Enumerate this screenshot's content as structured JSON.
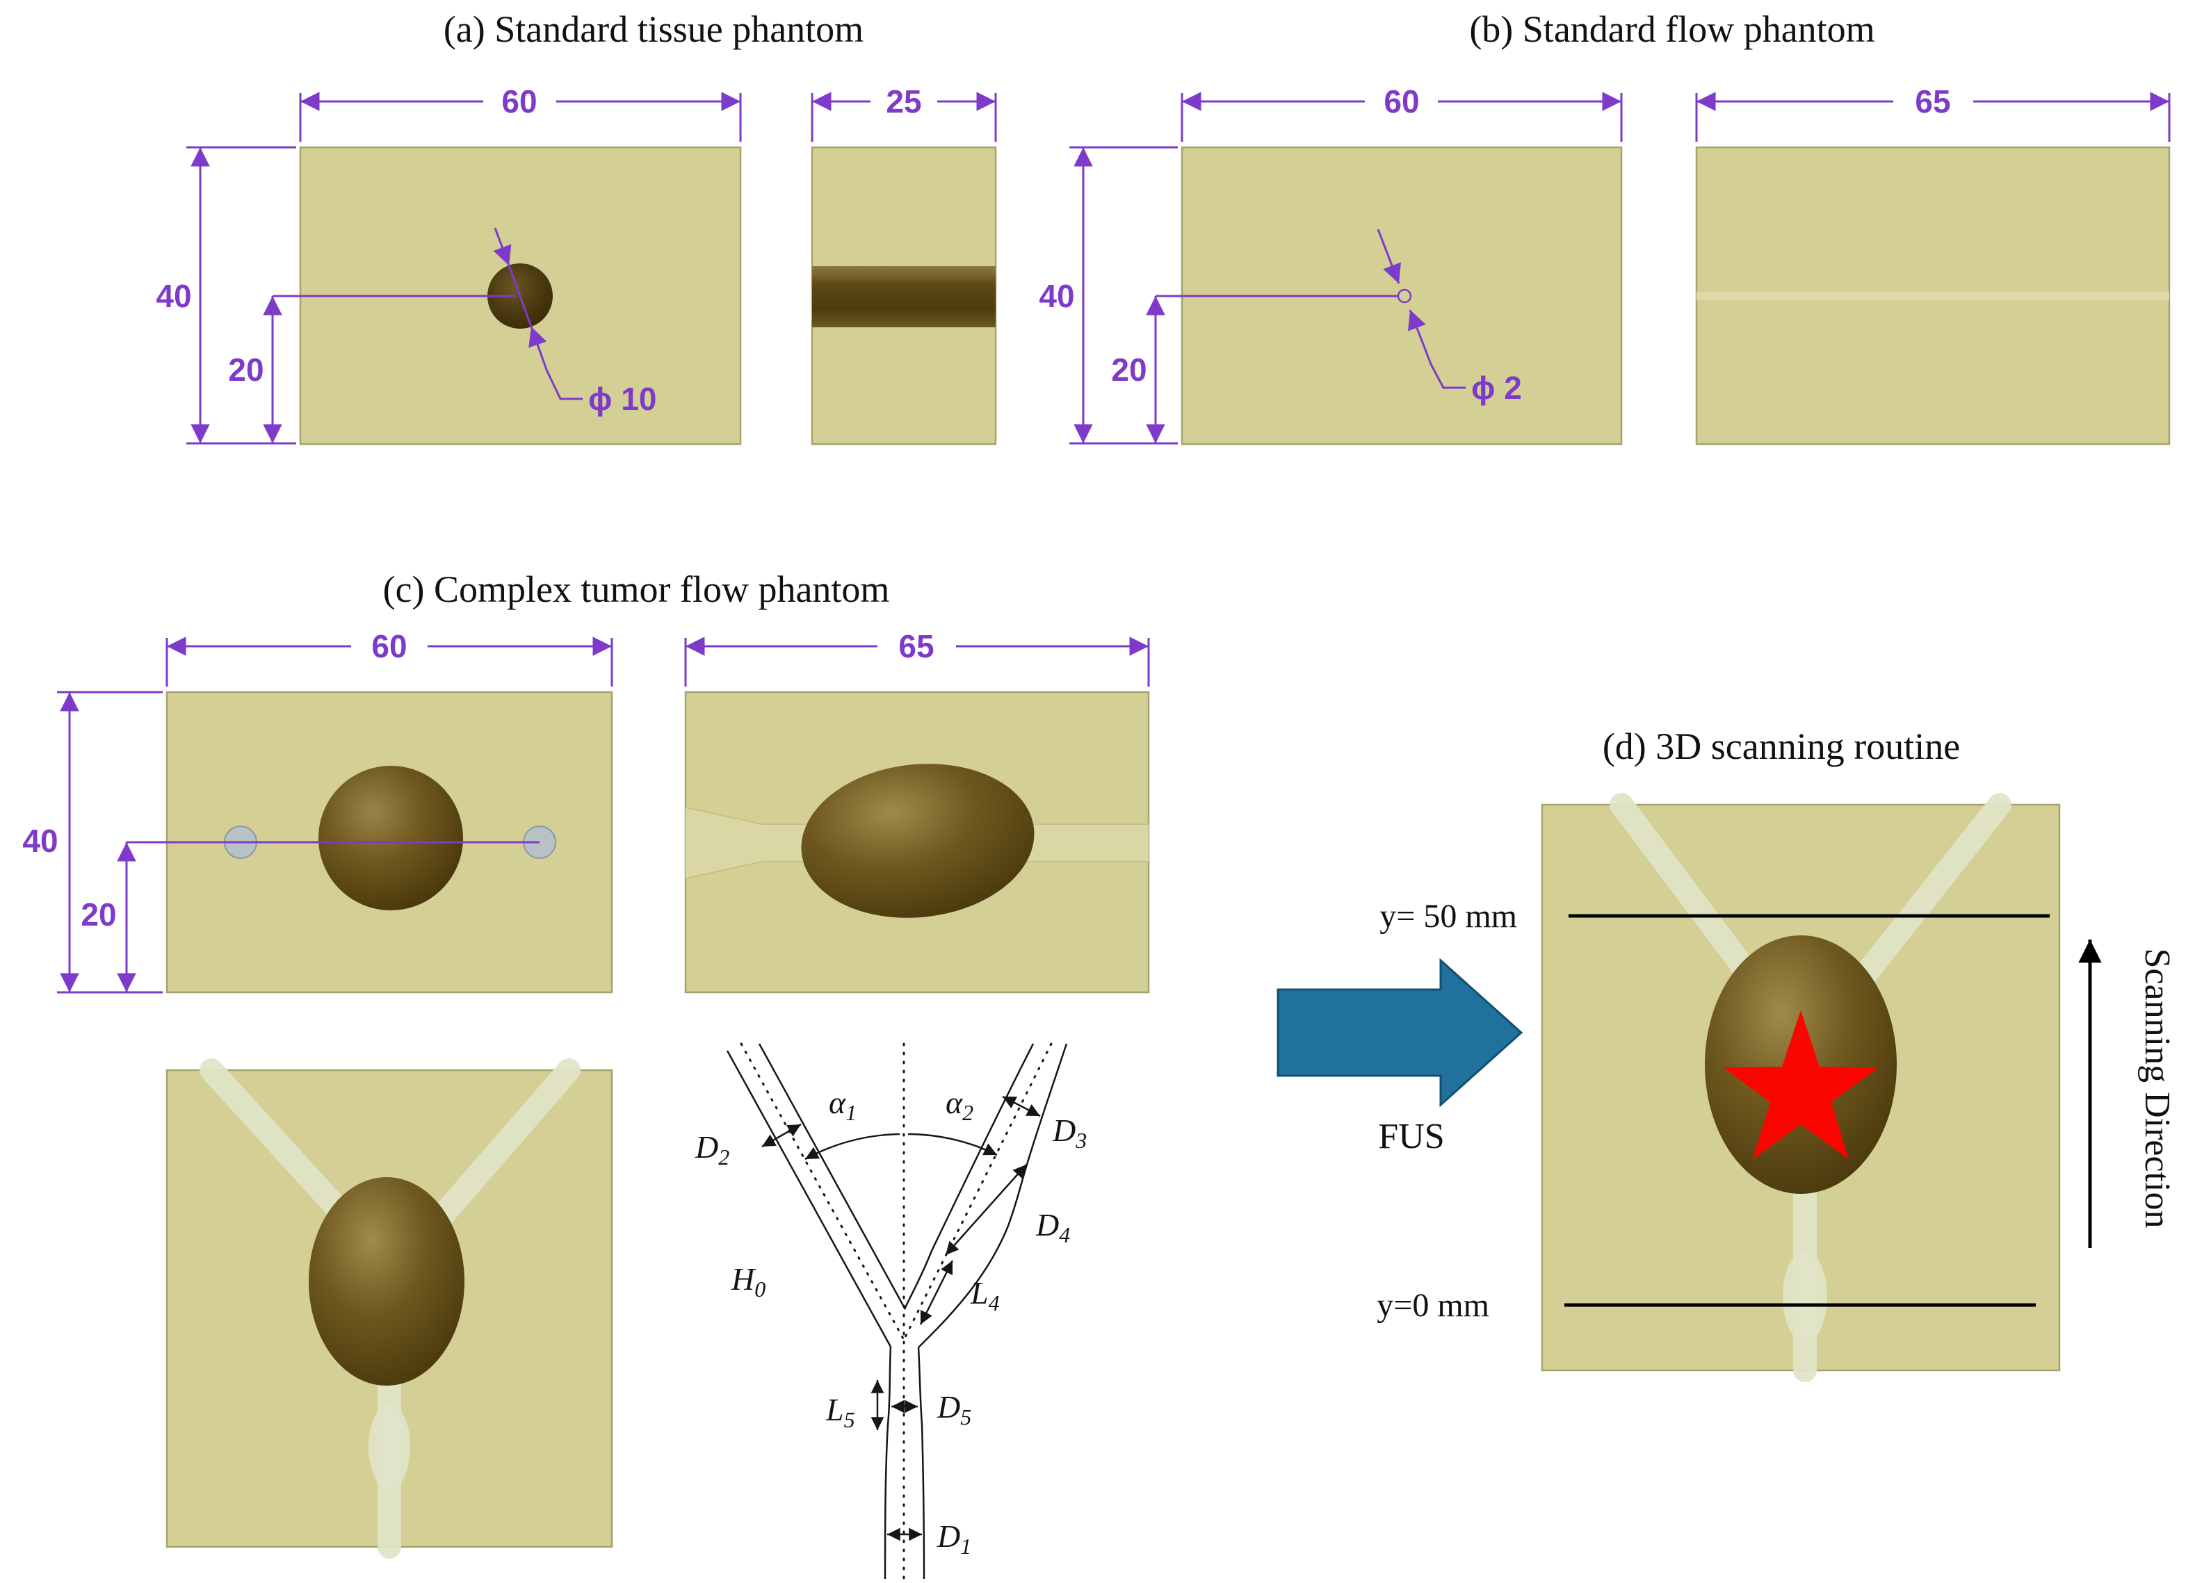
{
  "colors": {
    "phantom_fill": "#d4cf94",
    "phantom_border": "#a6a26a",
    "dimension": "#7e3bc9",
    "tumor_dark": "#46350a",
    "tumor_light": "#9a8448",
    "vessel_channel": "#e1e4c8",
    "fus_arrow": "#20719b",
    "scan_star": "#fa0500",
    "annotation": "#111111"
  },
  "panel_a": {
    "title": "(a) Standard tissue phantom",
    "dim_width": "60",
    "dim_side_width": "25",
    "dim_height": "40",
    "dim_offset": "20",
    "dim_diameter": "ϕ 10"
  },
  "panel_b": {
    "title": "(b) Standard flow phantom",
    "dim_width": "60",
    "dim_side_width": "65",
    "dim_height": "40",
    "dim_offset": "20",
    "dim_diameter": "ϕ 2"
  },
  "panel_c": {
    "title": "(c) Complex tumor flow phantom",
    "dim_width": "60",
    "dim_side_width": "65",
    "dim_height": "40",
    "dim_offset": "20",
    "schematic": {
      "alpha1": {
        "base": "α",
        "sub": "1"
      },
      "alpha2": {
        "base": "α",
        "sub": "2"
      },
      "d2": {
        "base": "D",
        "sub": "2"
      },
      "d3": {
        "base": "D",
        "sub": "3"
      },
      "d4": {
        "base": "D",
        "sub": "4"
      },
      "l4": {
        "base": "L",
        "sub": "4"
      },
      "h0": {
        "base": "H",
        "sub": "0"
      },
      "l5": {
        "base": "L",
        "sub": "5"
      },
      "d5": {
        "base": "D",
        "sub": "5"
      },
      "d1": {
        "base": "D",
        "sub": "1"
      }
    }
  },
  "panel_d": {
    "title": "(d) 3D scanning routine",
    "y_top_label": "y= 50 mm",
    "y_bottom_label": "y=0 mm",
    "fus_label": "FUS",
    "scanning_direction_label": "Scanning Direction"
  }
}
